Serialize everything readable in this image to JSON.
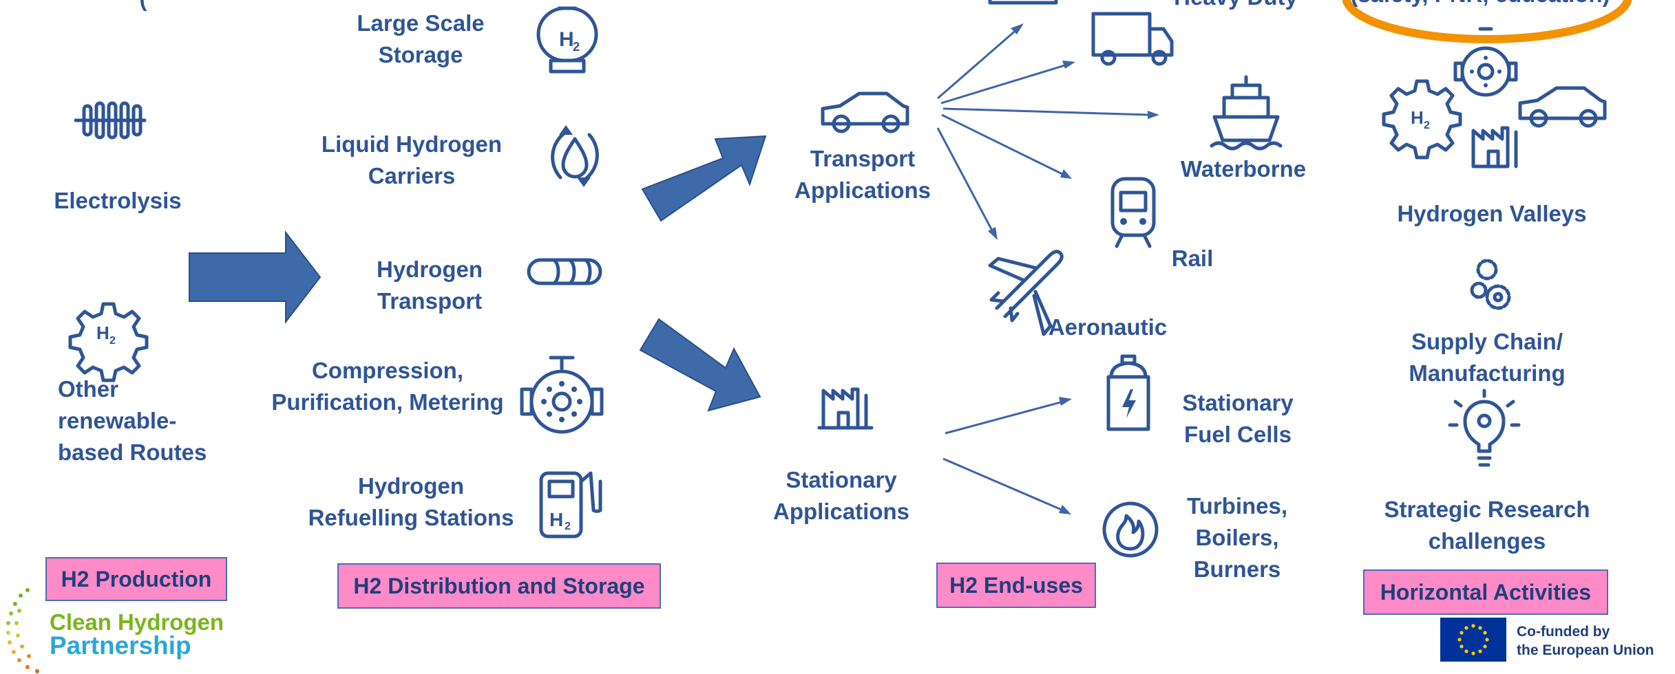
{
  "production": {
    "top_partial": "(",
    "electrolysis": "Electrolysis",
    "other_routes": [
      "Other",
      "renewable-",
      "based Routes"
    ],
    "tag": "H2 Production"
  },
  "distribution": {
    "large_scale_storage": [
      "Large Scale",
      "Storage"
    ],
    "liquid_carriers": [
      "Liquid Hydrogen",
      "Carriers"
    ],
    "hydrogen_transport": [
      "Hydrogen",
      "Transport"
    ],
    "compression": [
      "Compression,",
      "Purification, Metering"
    ],
    "refuelling": [
      "Hydrogen",
      "Refuelling Stations"
    ],
    "tag": "H2 Distribution and Storage"
  },
  "applications": {
    "transport": [
      "Transport",
      "Applications"
    ],
    "stationary": [
      "Stationary",
      "Applications"
    ]
  },
  "end_uses": {
    "heavy_duty": "Heavy Duty",
    "waterborne": "Waterborne",
    "rail": "Rail",
    "aeronautic": "Aeronautic",
    "stationary_fc": [
      "Stationary",
      "Fuel Cells"
    ],
    "turbines": [
      "Turbines,",
      "Boilers,",
      "Burners"
    ],
    "tag": "H2 End-uses"
  },
  "horizontal": {
    "top_callout": "(safety, PNR, education)",
    "hydrogen_valleys": "Hydrogen Valleys",
    "supply_chain": [
      "Supply Chain/",
      "Manufacturing"
    ],
    "strategic_research": [
      "Strategic Research",
      "challenges"
    ],
    "tag": "Horizontal Activities"
  },
  "icon_text": {
    "h2": "H",
    "h2_sub": "2"
  },
  "footer": {
    "logo_line1": "Clean Hydrogen",
    "logo_line2": "Partnership",
    "eu_line1": "Co-funded by",
    "eu_line2": "the European Union"
  },
  "icons": [
    "storage-tank-icon",
    "electrolysis-icon",
    "h2-gear-icon",
    "droplet-cycle-icon",
    "pipeline-icon",
    "valve-icon",
    "fuel-pump-icon",
    "car-icon",
    "factory-icon",
    "truck-icon",
    "ship-icon",
    "train-icon",
    "airplane-icon",
    "fuel-cell-icon",
    "flame-icon",
    "gears-icon",
    "lightbulb-icon",
    "eu-flag-icon"
  ],
  "colors": {
    "text": "#2f5597",
    "tag_bg": "#ff8ac8",
    "arrow": "#3e6aaa",
    "callout": "#f39200",
    "logo_green": "#7ab51d",
    "logo_blue": "#2aa6d9"
  }
}
